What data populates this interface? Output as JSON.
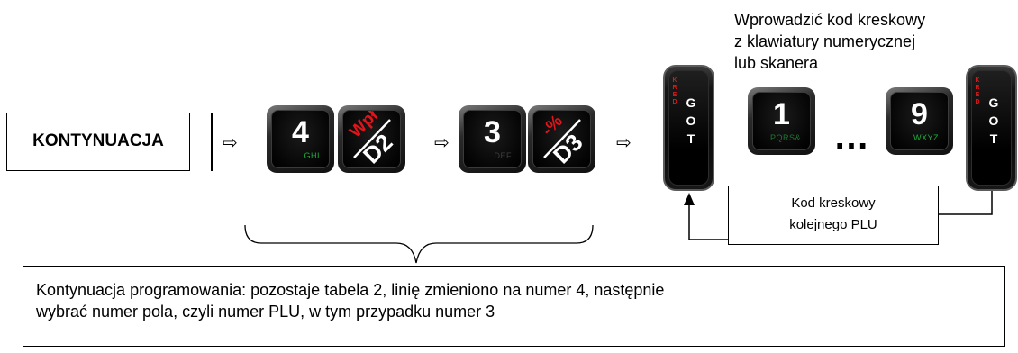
{
  "kontynuacja_label": "KONTYNUACJA",
  "arrow_glyph": "⇨",
  "keys": {
    "k4": {
      "digit": "4",
      "sub": "GHI"
    },
    "d2": {
      "top": "Wpł",
      "bottom": "D2"
    },
    "k3": {
      "digit": "3",
      "sub": "DEF"
    },
    "d3": {
      "top": "-%",
      "bottom": "D3"
    },
    "k1": {
      "digit": "1",
      "sub": "PQRS&"
    },
    "k9": {
      "digit": "9",
      "sub": "WXYZ"
    },
    "got": {
      "kred": "KRED",
      "got": "GOT"
    }
  },
  "ellipsis": "…",
  "instruction": {
    "line1": "Wprowadzić kod kreskowy",
    "line2": "z klawiatury numerycznej",
    "line3": "lub skanera"
  },
  "loop_box": {
    "line1": "Kod kreskowy",
    "line2": "kolejnego PLU"
  },
  "description": {
    "line1": "Kontynuacja programowania: pozostaje tabela 2, linię zmieniono na numer 4, następnie",
    "line2": "wybrać numer pola, czyli numer PLU, w tym przypadku numer 3"
  },
  "colors": {
    "key_sub_green": "#1fae3a",
    "fkey_red": "#e0141a",
    "got_red": "#d61a1a"
  }
}
